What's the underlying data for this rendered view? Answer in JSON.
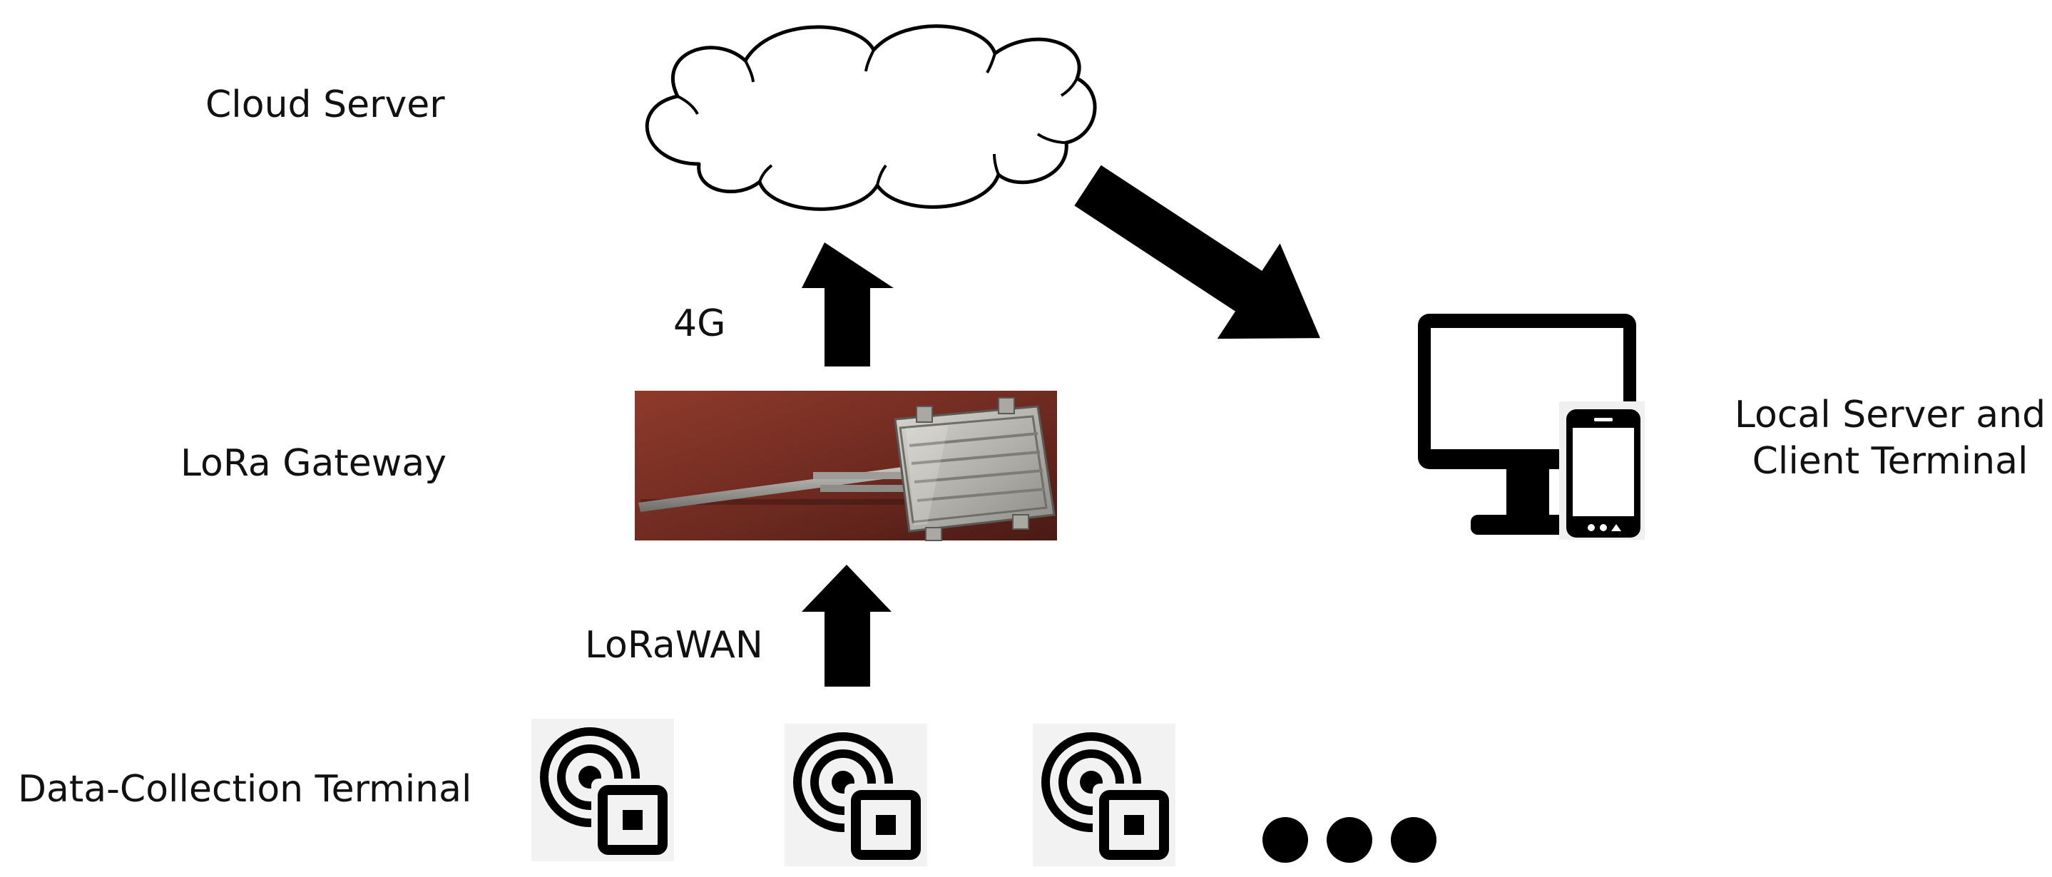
{
  "labels": {
    "cloud_server": "Cloud Server",
    "lora_gateway": "LoRa Gateway",
    "data_collection_terminal": "Data-Collection Terminal",
    "local_server_line1": "Local Server and",
    "local_server_line2": "Client Terminal"
  },
  "links": {
    "gateway_to_cloud": "4G",
    "terminal_to_gateway": "LoRaWAN"
  },
  "icons": {
    "cloud": "cloud-icon",
    "gateway": "lora-gateway-photo",
    "terminal": "sensor-node-icon",
    "monitor": "monitor-icon",
    "phone": "smartphone-icon",
    "more": "ellipsis-icon",
    "arrow": "arrow-icon"
  },
  "colors": {
    "ink": "#000000",
    "gateway_background": "#7a2d22",
    "gateway_body": "#b9b8b2"
  }
}
